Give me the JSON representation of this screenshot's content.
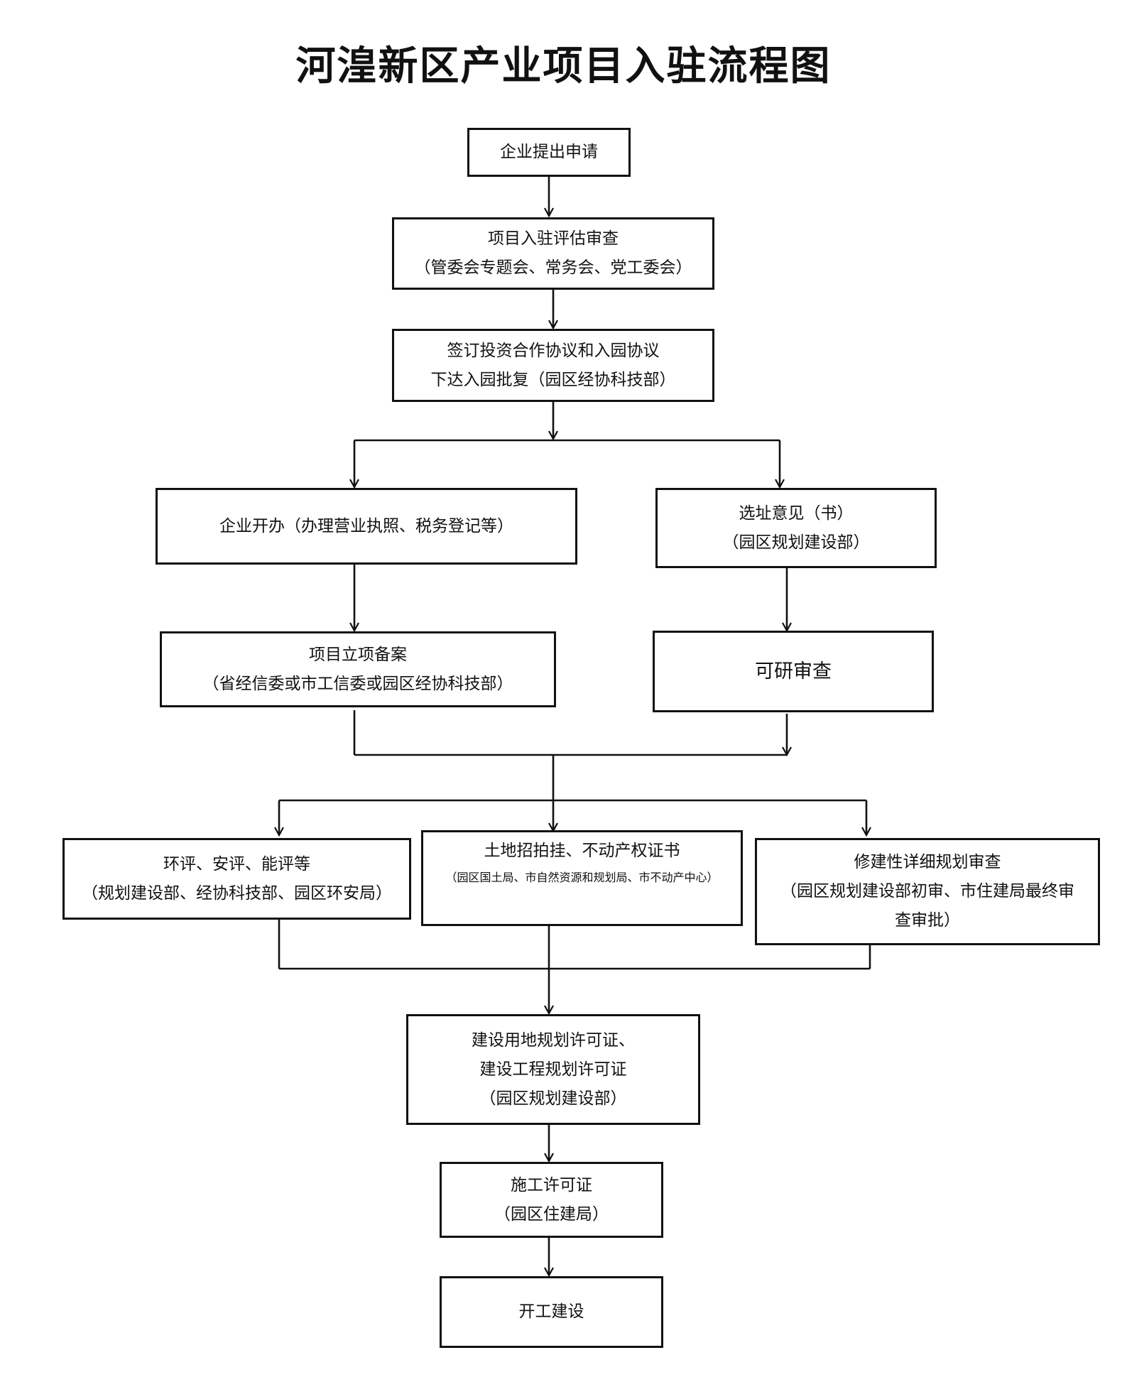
{
  "title": "河湟新区产业项目入驻流程图",
  "nodes": {
    "apply": [
      "企业提出申请"
    ],
    "review": [
      "项目入驻评估审查",
      "（管委会专题会、常务会、党工委会）"
    ],
    "sign": [
      "签订投资合作协议和入园协议",
      "下达入园批复（园区经协科技部）"
    ],
    "register": [
      "企业开办（办理营业执照、税务登记等）"
    ],
    "site": [
      "选址意见（书）",
      "（园区规划建设部）"
    ],
    "filing": [
      "项目立项备案",
      "（省经信委或市工信委或园区经协科技部）"
    ],
    "feasibility": [
      "可研审查"
    ],
    "assess": [
      "环评、安评、能评等",
      "（规划建设部、经协科技部、园区环安局）"
    ],
    "land": [
      "土地招拍挂、不动产权证书",
      "（园区国土局、市自然资源和规划局、市不动产中心）"
    ],
    "plan_review": [
      "修建性详细规划审查",
      "（园区规划建设部初审、市住建局最终审",
      "查审批）"
    ],
    "permits": [
      "建设用地规划许可证、",
      "建设工程规划许可证",
      "（园区规划建设部）"
    ],
    "construction_permit": [
      "施工许可证",
      "（园区住建局）"
    ],
    "start": [
      "开工建设"
    ]
  }
}
